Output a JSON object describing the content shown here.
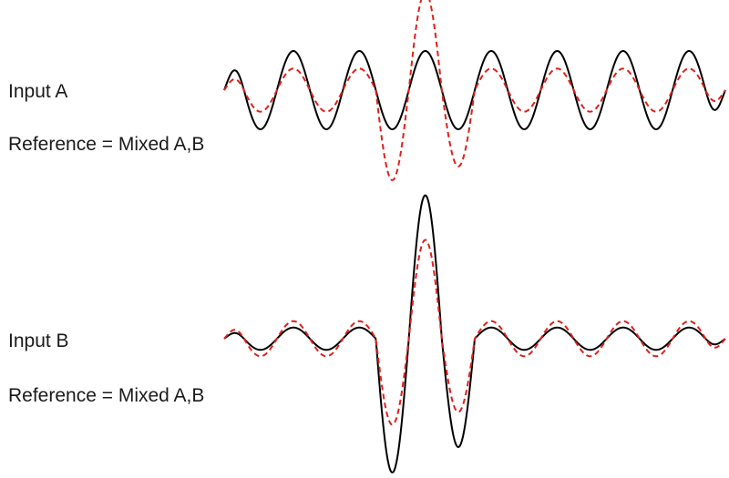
{
  "panels": [
    {
      "input_label": "Input A",
      "reference_label": "Reference = Mixed A,B",
      "input_signal": {
        "name": "input",
        "color": "#000000",
        "style": "solid",
        "form": "uniform-sine",
        "amplitude": 1.0,
        "cycles": 7
      },
      "reference_signal": {
        "name": "reference",
        "color": "#e0201b",
        "style": "dashed",
        "form": "mixed-burst",
        "base_amplitude": 0.55,
        "burst_peaks": [
          2.3,
          -2.5,
          1.95
        ]
      }
    },
    {
      "input_label": "Input B",
      "reference_label": "Reference = Mixed A,B",
      "input_signal": {
        "name": "input",
        "color": "#000000",
        "style": "solid",
        "form": "wavelet-burst",
        "base_amplitude": 0.35,
        "burst_peaks": [
          4.2,
          -4.5,
          3.4
        ]
      },
      "reference_signal": {
        "name": "reference",
        "color": "#e0201b",
        "style": "dashed",
        "form": "mixed-burst",
        "base_amplitude": 0.55,
        "burst_peaks": [
          2.7,
          -3.1,
          2.3
        ]
      }
    }
  ]
}
